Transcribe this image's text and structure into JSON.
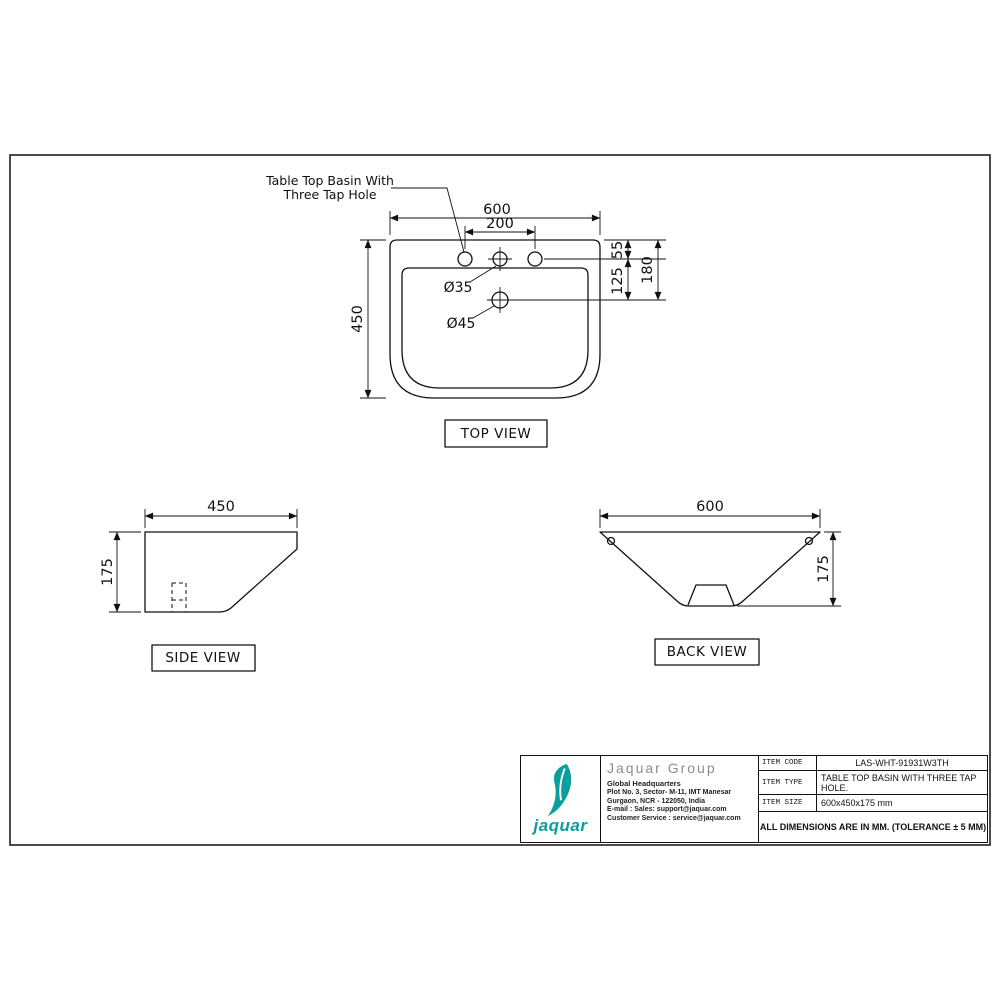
{
  "drawing": {
    "callout": {
      "line1": "Table Top Basin With",
      "line2": "Three Tap Hole"
    },
    "top_view": {
      "label": "TOP VIEW",
      "dim_width": "600",
      "dim_tap_spacing": "200",
      "dim_depth": "450",
      "dim_edge_to_taps": "55",
      "dim_taps_to_drain": "125",
      "dim_edge_to_drain": "180",
      "dim_tap_hole": "Ø35",
      "dim_drain_hole": "Ø45"
    },
    "side_view": {
      "label": "SIDE VIEW",
      "dim_depth": "450",
      "dim_height": "175"
    },
    "back_view": {
      "label": "BACK VIEW",
      "dim_width": "600",
      "dim_height": "175"
    }
  },
  "title_block": {
    "brand": "jaquar",
    "company": "Jaquar Group",
    "headquarters": "Global Headquarters",
    "address_line1": "Plot No. 3, Sector- M-11, IMT Manesar",
    "address_line2": "Gurgaon, NCR - 122050, India",
    "email_line": "E-mail : Sales: support@jaquar.com",
    "service_line": "Customer Service : service@jaquar.com",
    "rows": [
      {
        "label": "ITEM CODE",
        "value": "LAS-WHT-91931W3TH"
      },
      {
        "label": "ITEM TYPE",
        "value": "TABLE TOP BASIN WITH THREE TAP HOLE."
      },
      {
        "label": "ITEM SIZE",
        "value": "600x450x175 mm"
      }
    ],
    "note": "ALL DIMENSIONS ARE IN MM. (TOLERANCE ± 5 MM)"
  },
  "colors": {
    "brand_teal": "#0a9e9e",
    "line": "#111111"
  }
}
